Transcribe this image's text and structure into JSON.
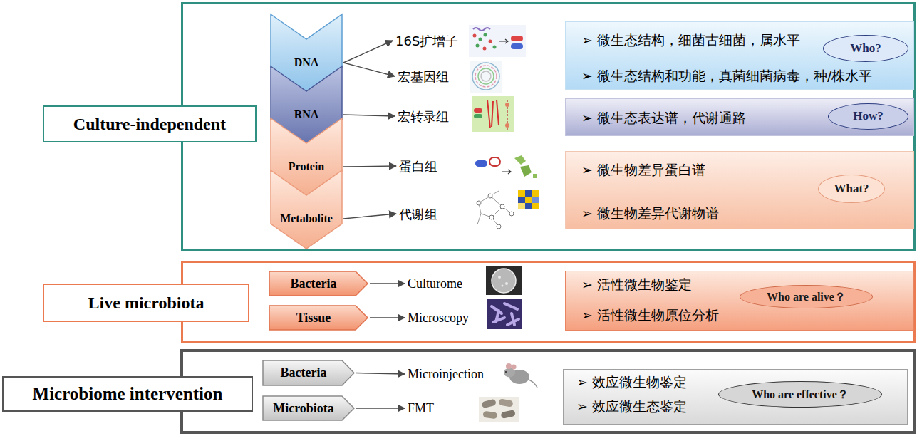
{
  "diagram": {
    "nodes": [
      {
        "text": [
          "Culture-independent"
        ]
      },
      {
        "text": [
          "DNA"
        ],
        "in": 0
      },
      {
        "text": [
          "RNA"
        ],
        "in": 0
      },
      {
        "text": [
          "Protein"
        ],
        "in": 0
      },
      {
        "text": [
          "Metabolite"
        ],
        "in": 0
      },
      {
        "text": [
          "16S扩增子"
        ],
        "in": 0
      },
      {
        "text": [
          "宏基因组"
        ],
        "in": 0
      },
      {
        "text": [
          "宏转录组"
        ],
        "in": 0
      },
      {
        "text": [
          "蛋白组"
        ],
        "in": 0
      },
      {
        "text": [
          "代谢组"
        ],
        "in": 0
      },
      {
        "text": [
          "➢ 微生态结构，细菌古细菌，属水平",
          "➢ 微生态结构和功能，真菌细菌病毒，种/株水平"
        ],
        "in": 0
      },
      {
        "text": [
          "Who?"
        ],
        "in": 10
      },
      {
        "text": [
          "➢ 微生态表达谱，代谢通路"
        ],
        "in": 0
      },
      {
        "text": [
          "How?"
        ],
        "in": 12
      },
      {
        "text": [
          "➢ 微生物差异蛋白谱",
          "➢ 微生物差异代谢物谱"
        ],
        "in": 0
      },
      {
        "text": [
          "What?"
        ],
        "in": 14
      },
      {
        "text": [
          "Live microbiota"
        ]
      },
      {
        "text": [
          "Bacteria"
        ],
        "in": 16
      },
      {
        "text": [
          "Tissue"
        ],
        "in": 16
      },
      {
        "text": [
          "Culturome"
        ],
        "in": 16
      },
      {
        "text": [
          "Microscopy"
        ],
        "in": 16
      },
      {
        "text": [
          "➢ 活性微生物鉴定",
          "➢ 活性微生物原位分析"
        ],
        "in": 16
      },
      {
        "text": [
          "Who are alive？"
        ],
        "in": 21
      },
      {
        "text": [
          "Microbiome intervention"
        ]
      },
      {
        "text": [
          "Bacteria"
        ],
        "in": 23
      },
      {
        "text": [
          "Microbiota"
        ],
        "in": 23
      },
      {
        "text": [
          "Microinjection"
        ],
        "in": 23
      },
      {
        "text": [
          "FMT"
        ],
        "in": 23
      },
      {
        "text": [
          "➢ 效应微生物鉴定",
          "➢ 效应微生态鉴定"
        ],
        "in": 23
      },
      {
        "text": [
          "Who are effective？"
        ],
        "in": 28
      }
    ],
    "edges": [
      {
        "from": 1,
        "to": 5,
        "arrow": "to"
      },
      {
        "from": 1,
        "to": 6,
        "arrow": "to"
      },
      {
        "from": 2,
        "to": 7,
        "arrow": "to"
      },
      {
        "from": 3,
        "to": 8,
        "arrow": "to"
      },
      {
        "from": 4,
        "to": 9,
        "arrow": "to"
      },
      {
        "from": 17,
        "to": 19,
        "arrow": "to"
      },
      {
        "from": 18,
        "to": 20,
        "arrow": "to"
      },
      {
        "from": 24,
        "to": 26,
        "arrow": "to"
      },
      {
        "from": 25,
        "to": 27,
        "arrow": "to"
      }
    ]
  }
}
